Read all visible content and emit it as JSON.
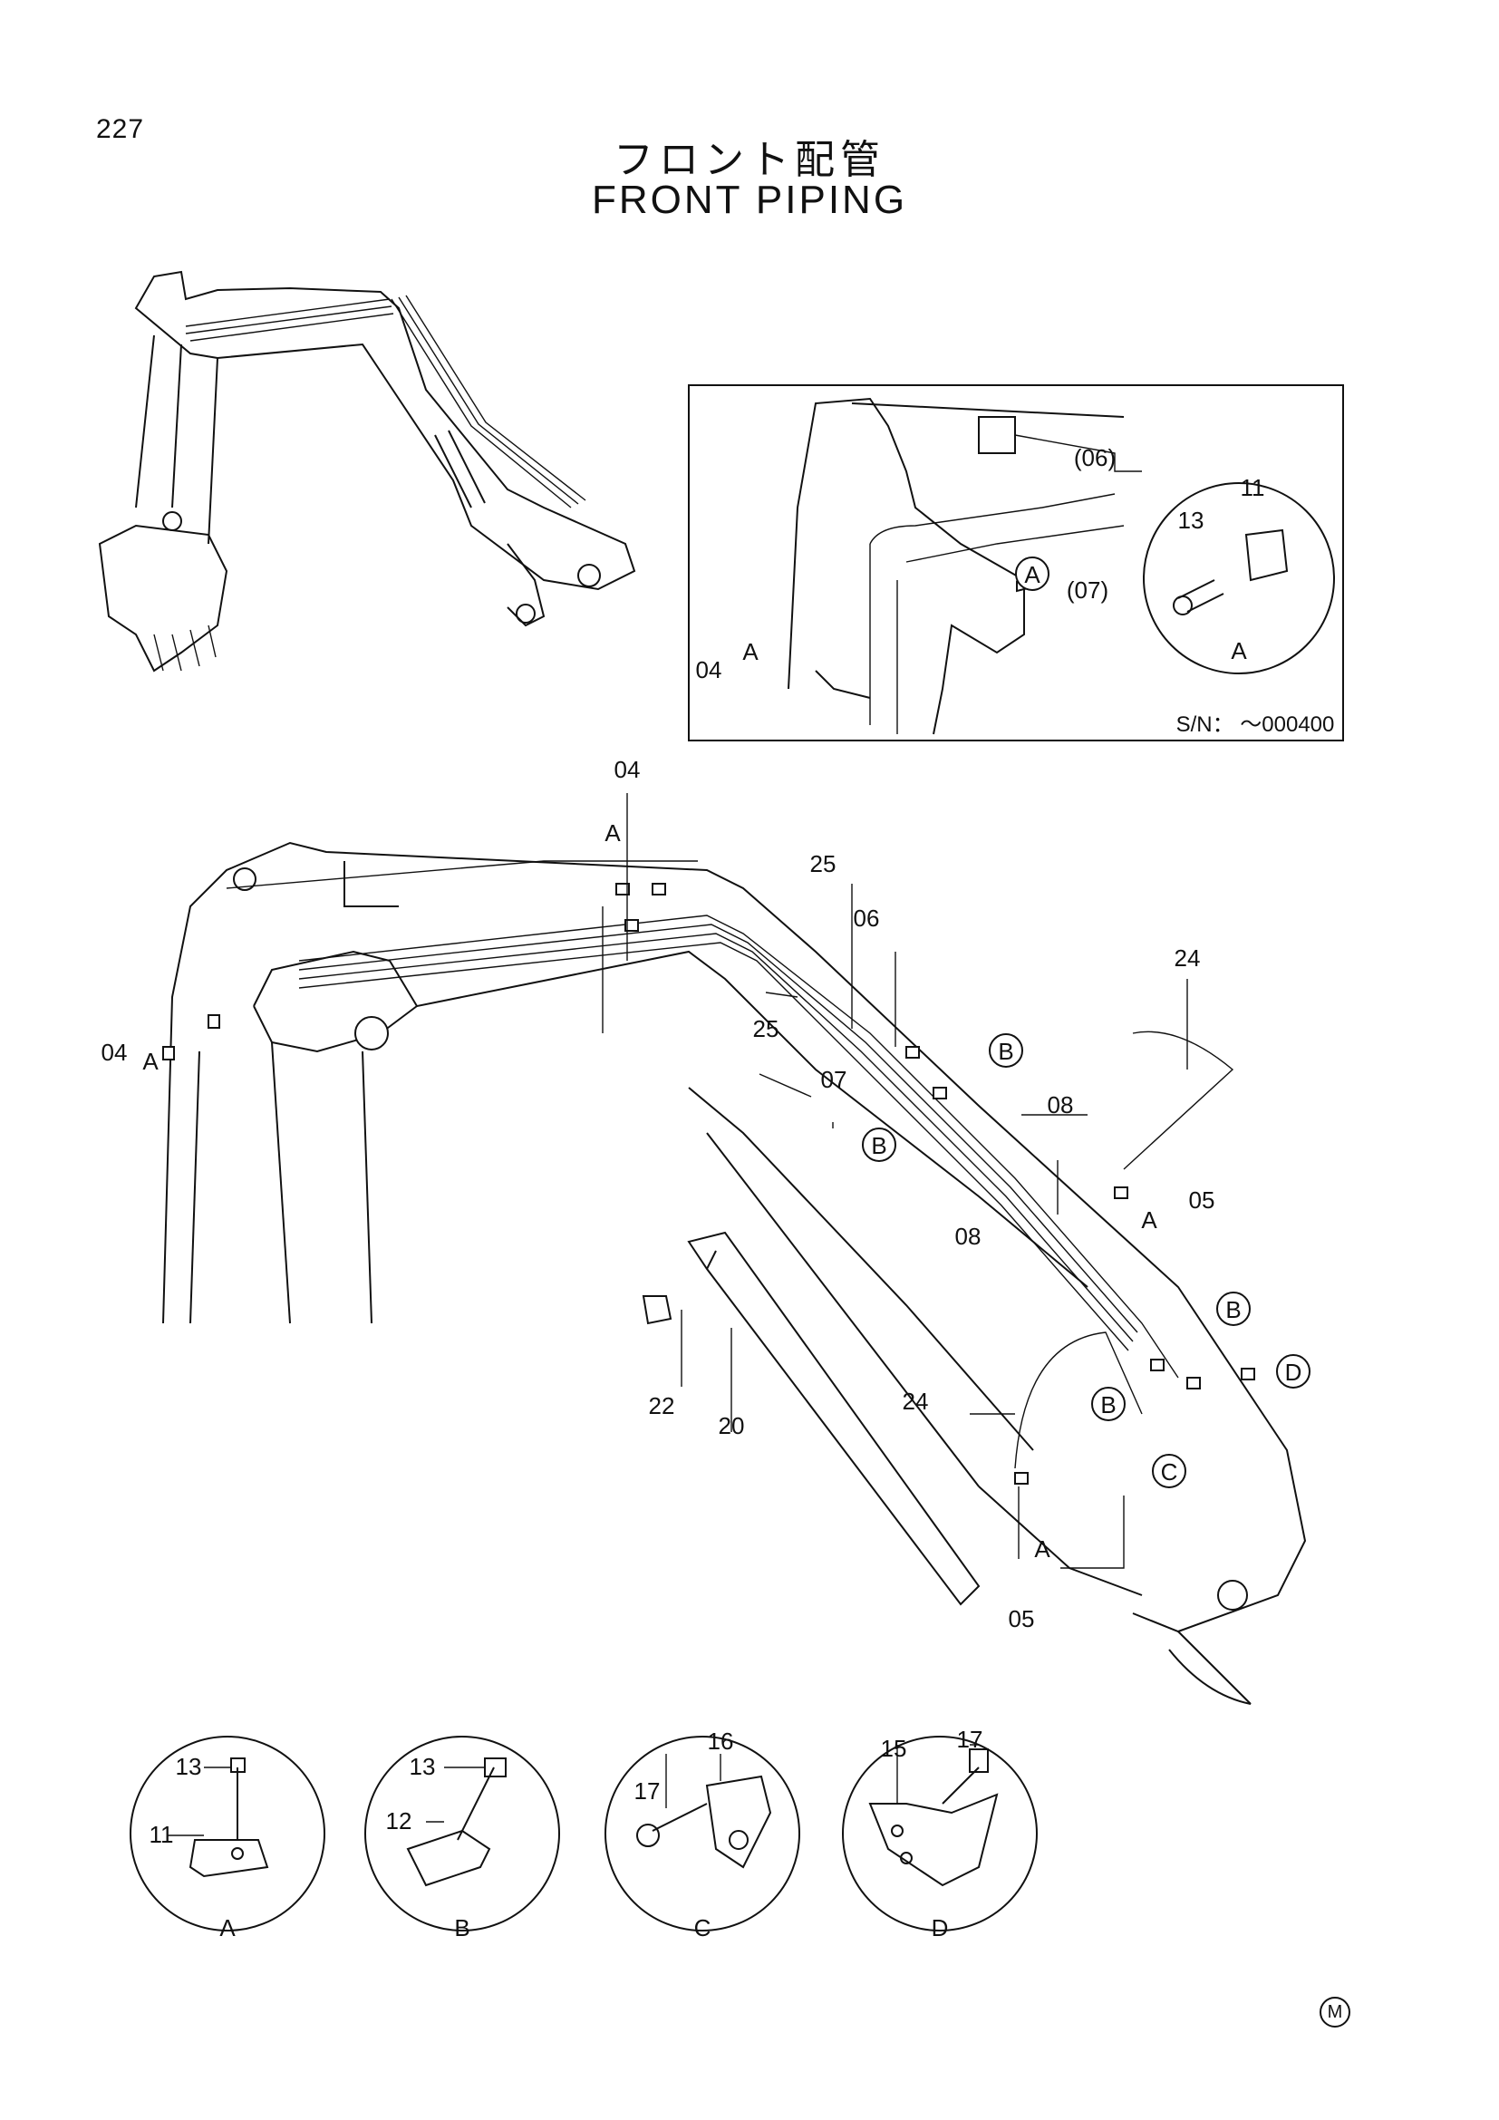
{
  "page_number": "227",
  "title_jp": "フロント配管",
  "title_en": "FRONT PIPING",
  "serial_note": "S/N： ～000400",
  "mark": "M",
  "inset": {
    "labels": [
      "(06)",
      "(07)",
      "04",
      "A",
      "A"
    ],
    "detail": {
      "letter": "A",
      "parts": [
        "11",
        "13"
      ]
    }
  },
  "callouts": [
    "04",
    "04",
    "A",
    "A",
    "25",
    "06",
    "25",
    "07",
    "24",
    "B",
    "B",
    "08",
    "08",
    "05",
    "A",
    "B",
    "D",
    "B",
    "C",
    "24",
    "A",
    "05",
    "22",
    "20"
  ],
  "details": [
    {
      "letter": "A",
      "parts": [
        "13",
        "11"
      ]
    },
    {
      "letter": "B",
      "parts": [
        "13",
        "12"
      ]
    },
    {
      "letter": "C",
      "parts": [
        "16",
        "17"
      ]
    },
    {
      "letter": "D",
      "parts": [
        "17",
        "15"
      ]
    }
  ]
}
